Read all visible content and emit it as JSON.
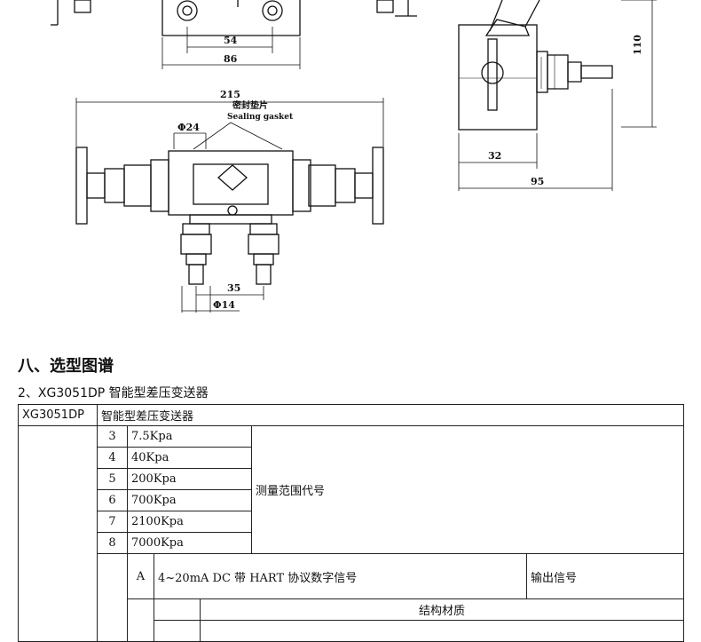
{
  "drawing": {
    "dims_top_left": {
      "inner": "54",
      "outer": "86"
    },
    "dims_right_view": {
      "height": "110",
      "offset": "32",
      "width": "95"
    },
    "dims_front": {
      "overall": "215",
      "gasket_cn": "密封垫片",
      "gasket_en": "Sealing gasket",
      "phi_top": "Φ24",
      "pitch": "35",
      "phi_bottom": "Φ14"
    }
  },
  "section_title": "八、选型图谱",
  "subtitle": "2、XG3051DP 智能型差压变送器",
  "table": {
    "model": "XG3051DP",
    "model_name": "智能型差压变送器",
    "range_rows": [
      {
        "code": "3",
        "value": "7.5Kpa"
      },
      {
        "code": "4",
        "value": "40Kpa"
      },
      {
        "code": "5",
        "value": "200Kpa"
      },
      {
        "code": "6",
        "value": "700Kpa"
      },
      {
        "code": "7",
        "value": "2100Kpa"
      },
      {
        "code": "8",
        "value": "7000Kpa"
      }
    ],
    "range_label": "测量范围代号",
    "output": {
      "code": "A",
      "value": "4~20mA DC 带 HART 协议数字信号",
      "label": "输出信号"
    },
    "material_label": "结构材质"
  }
}
